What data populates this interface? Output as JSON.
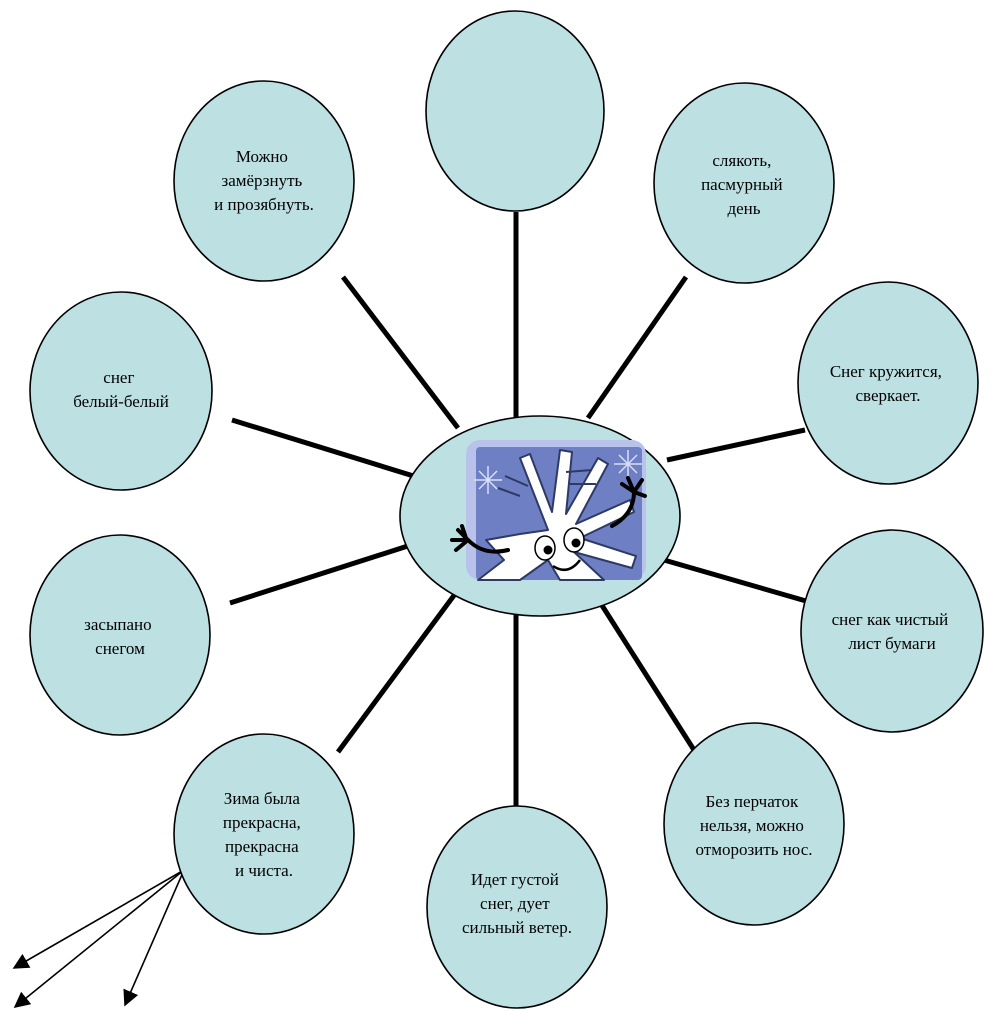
{
  "colors": {
    "bubble_fill": "#bde0e3",
    "stroke": "#000000",
    "picture_bg": "#6f7fc4",
    "picture_frame": "#b9c2ea",
    "snowflake": "#ffffff"
  },
  "center": {
    "icon": "snowflake-character-icon"
  },
  "bubbles": [
    {
      "id": "top",
      "lines": []
    },
    {
      "id": "top-left",
      "lines": [
        "Можно",
        "замёрзнуть",
        "и прозябнуть."
      ]
    },
    {
      "id": "top-right",
      "lines": [
        "слякоть,",
        "пасмурный",
        "день"
      ]
    },
    {
      "id": "left-upper",
      "lines": [
        "снег",
        "белый-белый"
      ]
    },
    {
      "id": "right-upper",
      "lines": [
        "Снег кружится,",
        "сверкает."
      ]
    },
    {
      "id": "left-lower",
      "lines": [
        "засыпано",
        "снегом"
      ]
    },
    {
      "id": "right-lower",
      "lines": [
        "снег как чистый",
        "лист бумаги"
      ]
    },
    {
      "id": "bottom-left",
      "lines": [
        "Зима была",
        "прекрасна,",
        "прекрасна",
        "и чиста."
      ]
    },
    {
      "id": "bottom-right",
      "lines": [
        "Без перчаток",
        "нельзя, можно",
        "отморозить нос."
      ]
    },
    {
      "id": "bottom",
      "lines": [
        "Идет густой",
        "снег, дует",
        "сильный ветер."
      ]
    }
  ],
  "arrows_count": 3
}
